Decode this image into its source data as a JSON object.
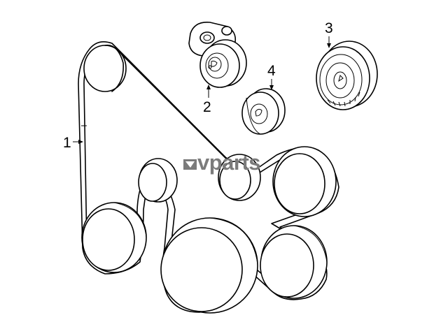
{
  "callouts": [
    {
      "id": "1",
      "label": "1"
    },
    {
      "id": "2",
      "label": "2"
    },
    {
      "id": "3",
      "label": "3"
    },
    {
      "id": "4",
      "label": "4"
    }
  ],
  "watermark": {
    "text": "vparts"
  }
}
